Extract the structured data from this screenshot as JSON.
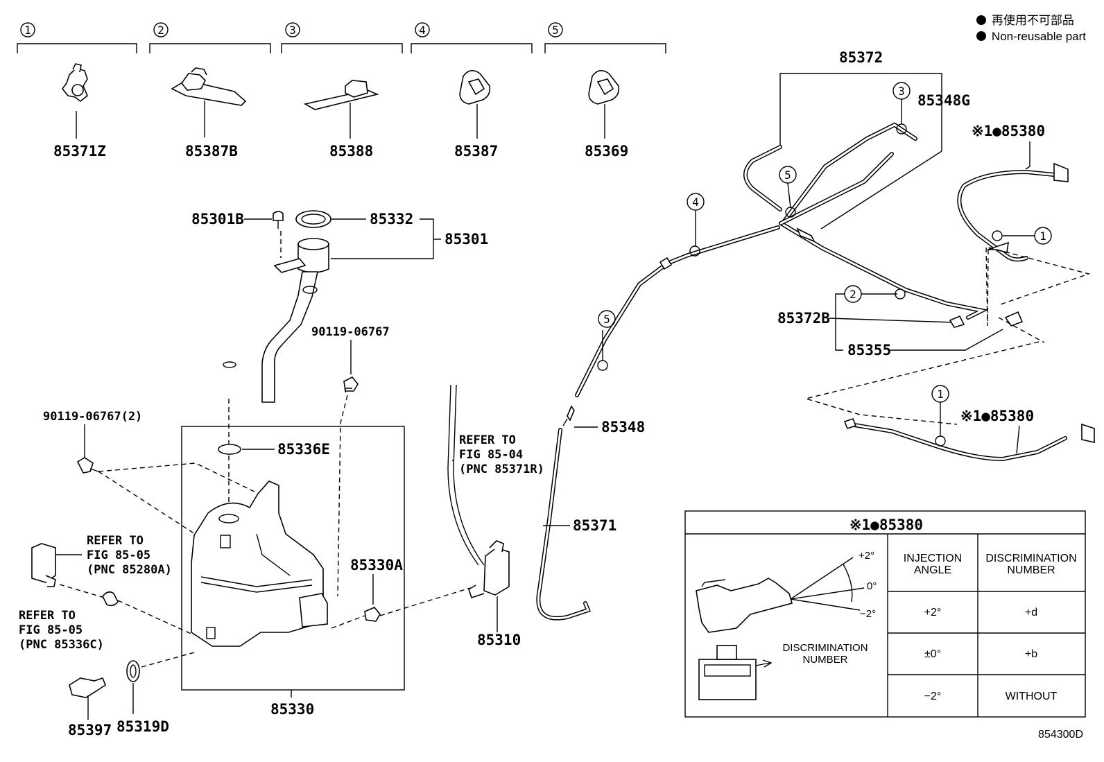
{
  "legend": {
    "jp": "再使用不可部品",
    "en": "Non-reusable part"
  },
  "drawing_code": "854300D",
  "groups": [
    {
      "num": "1",
      "part": "85371Z"
    },
    {
      "num": "2",
      "part": "85387B"
    },
    {
      "num": "3",
      "part": "85388"
    },
    {
      "num": "4",
      "part": "85387"
    },
    {
      "num": "5",
      "part": "85369"
    }
  ],
  "parts": {
    "p85301B": "85301B",
    "p85332": "85332",
    "p85301": "85301",
    "p90119a": "90119-06767",
    "p90119b": "90119-06767(2)",
    "p85336E": "85336E",
    "p85330A": "85330A",
    "p85330": "85330",
    "p85397": "85397",
    "p85319D": "85319D",
    "p85310": "85310",
    "p85348": "85348",
    "p85371": "85371",
    "p85372": "85372",
    "p85348G": "85348G",
    "p85380a": "※1●85380",
    "p85380b": "※1●85380",
    "p85372B": "85372B",
    "p85355": "85355"
  },
  "refs": {
    "r1": [
      "REFER TO",
      "FIG 85-04",
      "(PNC 85371R)"
    ],
    "r2": [
      "REFER TO",
      "FIG 85-05",
      "(PNC 85280A)"
    ],
    "r3": [
      "REFER TO",
      "FIG 85-05",
      "(PNC 85336C)"
    ]
  },
  "callouts": {
    "c3": "3",
    "c5a": "5",
    "c4": "4",
    "c5b": "5",
    "c1a": "1",
    "c2": "2",
    "c1b": "1"
  },
  "table": {
    "title": "※1●85380",
    "col1": [
      "INJECTION",
      "ANGLE"
    ],
    "col2": [
      "DISCRIMINATION",
      "NUMBER"
    ],
    "rows": [
      [
        "+2°",
        "+d"
      ],
      [
        "±0°",
        "+b"
      ],
      [
        "−2°",
        "WITHOUT"
      ]
    ],
    "angles": {
      "up": "+2°",
      "mid": "0°",
      "down": "−2°"
    },
    "disc_label": [
      "DISCRIMINATION",
      "NUMBER"
    ]
  }
}
